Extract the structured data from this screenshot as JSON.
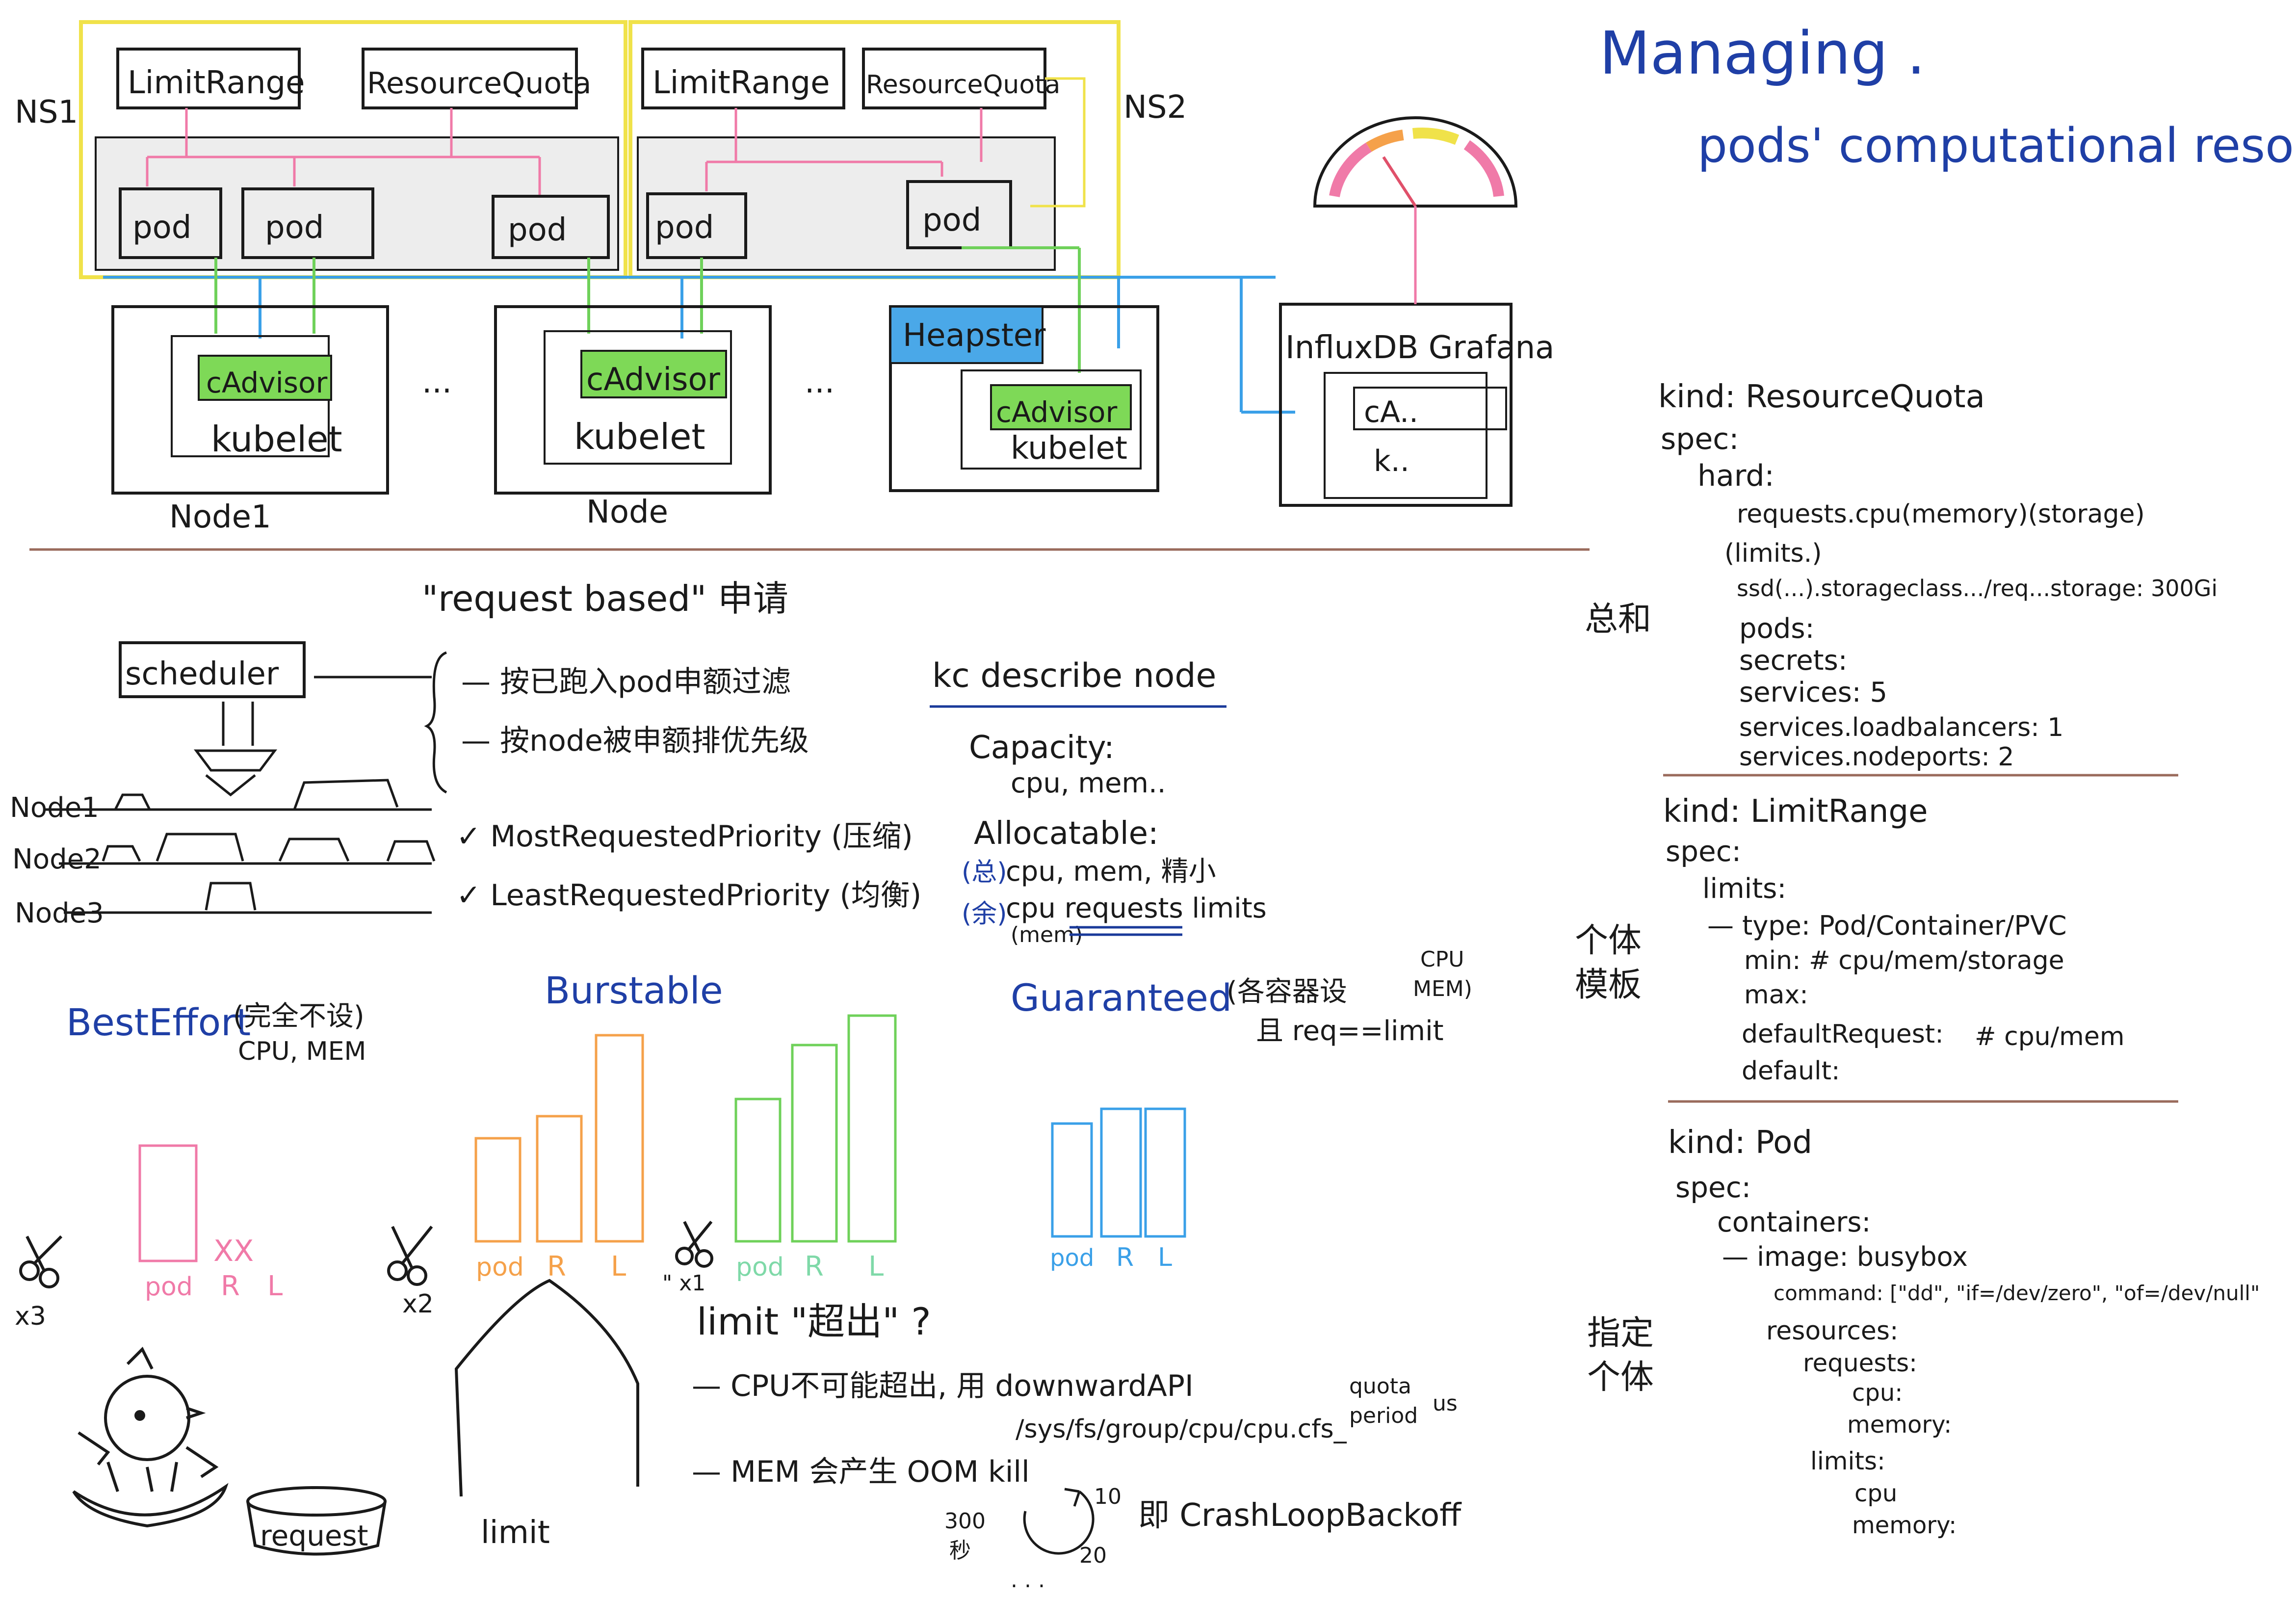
{
  "title": {
    "line1": "Managing .",
    "line2": "pods' computational resources"
  },
  "top": {
    "ns1": "NS1",
    "ns2": "NS2",
    "limitrange": "LimitRange",
    "resourcequota": "ResourceQuota",
    "pod": "pod",
    "cadvisor": "cAdvisor",
    "kubelet": "kubelet",
    "node1": "Node1",
    "node": "Node",
    "heapster": "Heapster",
    "influx": "InfluxDB Grafana",
    "ca": "cA..",
    "k": "k..",
    "ellipsis": "..."
  },
  "sched": {
    "heading": "\"request based\" 申请",
    "scheduler": "scheduler",
    "rule1": "— 按已跑入pod申额过滤",
    "rule2": "— 按node被申额排优先级",
    "node1": "Node1",
    "node2": "Node2",
    "node3": "Node3",
    "most": "✓ MostRequestedPriority (压缩)",
    "least": "✓ LeastRequestedPriority (均衡)"
  },
  "describe": {
    "cmd": "kc describe node",
    "capacity": "Capacity:",
    "capacity_val": "cpu, mem..",
    "allocatable": "Allocatable:",
    "total_mark": "(总)",
    "alloc_val": "cpu, mem, 精小",
    "rest_mark": "(余)",
    "requests": "cpu requests  limits",
    "mem": "(mem)"
  },
  "qos": {
    "besteffort": "BestEffort",
    "be_note1": "(完全不设)",
    "be_note2": "CPU, MEM",
    "burstable": "Burstable",
    "guaranteed": "Guaranteed",
    "g_note1": "(各容器设",
    "g_note1b": "CPU",
    "g_note1c": "MEM)",
    "g_note2": "且 req==limit",
    "pod": "pod",
    "r": "R",
    "l": "L",
    "xx": "XX",
    "x3": "x3",
    "x2": "x2",
    "x1": "\" x1"
  },
  "limit_sec": {
    "heading": "limit \"超出\" ?",
    "cpu_line": "— CPU不可能超出, 用 downwardAPI",
    "cpu_path": "/sys/fs/group/cpu/cpu.cfs_",
    "quota": "quota",
    "period": "period",
    "us": "us",
    "mem_line": "— MEM 会产生 OOM kill",
    "crash": "即 CrashLoopBackoff",
    "n300": "300",
    "sec": "秒",
    "n10": "10",
    "n20": "20",
    "dots": ". . .",
    "limit_label": "limit",
    "request_label": "request"
  },
  "right": {
    "total_label": "总和",
    "template_label1": "个体",
    "template_label2": "模板",
    "specific_label1": "指定",
    "specific_label2": "个体",
    "rq": [
      "kind: ResourceQuota",
      "spec:",
      "hard:",
      "requests.cpu(memory)(storage)",
      "(limits.)",
      "ssd(...).storageclass.../req...storage: 300Gi",
      "pods:",
      "secrets:",
      "services: 5",
      "services.loadbalancers: 1",
      "services.nodeports: 2"
    ],
    "lr": [
      "kind: LimitRange",
      "spec:",
      "limits:",
      "— type: Pod/Container/PVC",
      "min: # cpu/mem/storage",
      "max:",
      "defaultRequest:",
      "# cpu/mem",
      "default:"
    ],
    "pod": [
      "kind: Pod",
      "spec:",
      "containers:",
      "— image: busybox",
      "command: [\"dd\", \"if=/dev/zero\", \"of=/dev/null\"",
      "resources:",
      "requests:",
      "cpu:",
      "memory:",
      "limits:",
      "cpu",
      "memory:"
    ]
  }
}
